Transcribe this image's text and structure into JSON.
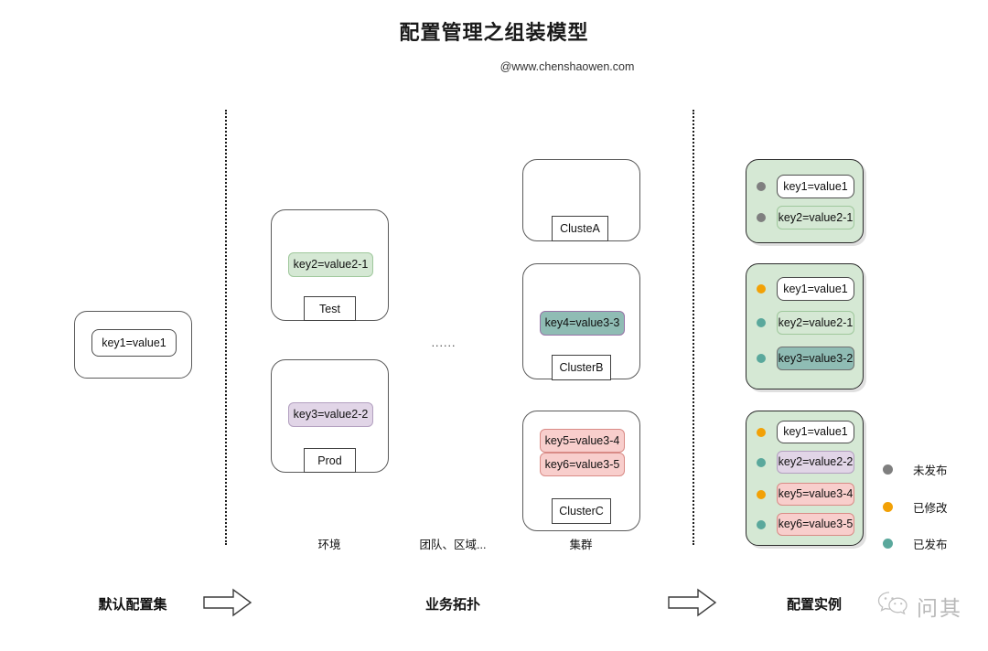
{
  "header": {
    "title": "配置管理之组装模型",
    "attribution": "@www.chenshaowen.com"
  },
  "default_set": {
    "caption": "默认配置集",
    "box": {
      "tags": [
        {
          "text": "key1=value1",
          "style": "plain"
        }
      ]
    }
  },
  "topology": {
    "caption": "业务拓扑",
    "environment": {
      "caption": "环境",
      "nodes": [
        {
          "name": "Test",
          "tags": [
            {
              "text": "key2=value2-1",
              "style": "green"
            }
          ]
        },
        {
          "name": "Prod",
          "tags": [
            {
              "text": "key3=value2-2",
              "style": "purple"
            }
          ]
        }
      ]
    },
    "middle": {
      "caption": "团队、区域...",
      "ellipsis": "......"
    },
    "cluster": {
      "caption": "集群",
      "nodes": [
        {
          "name": "ClusteA",
          "tags": []
        },
        {
          "name": "ClusterB",
          "tags": [
            {
              "text": "key4=value3-3",
              "style": "teal-b"
            }
          ]
        },
        {
          "name": "ClusterC",
          "tags": [
            {
              "text": "key5=value3-4",
              "style": "red"
            },
            {
              "text": "key6=value3-5",
              "style": "red"
            }
          ]
        }
      ]
    }
  },
  "instances": {
    "caption": "配置实例",
    "panels": [
      {
        "rows": [
          {
            "status": "gray",
            "text": "key1=value1",
            "style": "plain"
          },
          {
            "status": "gray",
            "text": "key2=value2-1",
            "style": "green"
          }
        ]
      },
      {
        "rows": [
          {
            "status": "orange",
            "text": "key1=value1",
            "style": "plain"
          },
          {
            "status": "tealdot",
            "text": "key2=value2-1",
            "style": "green"
          },
          {
            "status": "tealdot",
            "text": "key3=value3-2",
            "style": "teal"
          }
        ]
      },
      {
        "rows": [
          {
            "status": "orange",
            "text": "key1=value1",
            "style": "plain"
          },
          {
            "status": "tealdot",
            "text": "key2=value2-2",
            "style": "purple"
          },
          {
            "status": "orange",
            "text": "key5=value3-4",
            "style": "red"
          },
          {
            "status": "tealdot",
            "text": "key6=value3-5",
            "style": "red"
          }
        ]
      }
    ]
  },
  "legend": {
    "items": [
      {
        "color_name": "gray",
        "color": "#7f7f7f",
        "label": "未发布"
      },
      {
        "color_name": "orange",
        "color": "#f2a106",
        "label": "已修改"
      },
      {
        "color_name": "tealdot",
        "color": "#5aa89c",
        "label": "已发布"
      }
    ]
  },
  "watermark": {
    "text": "问其"
  },
  "colors": {
    "green_fill": "#d5e8d4",
    "purple_fill": "#e1d5e7",
    "teal_fill": "#8fbcb4",
    "red_fill": "#f8cecc",
    "status_unpublished": "#7f7f7f",
    "status_modified": "#f2a106",
    "status_published": "#5aa89c"
  }
}
